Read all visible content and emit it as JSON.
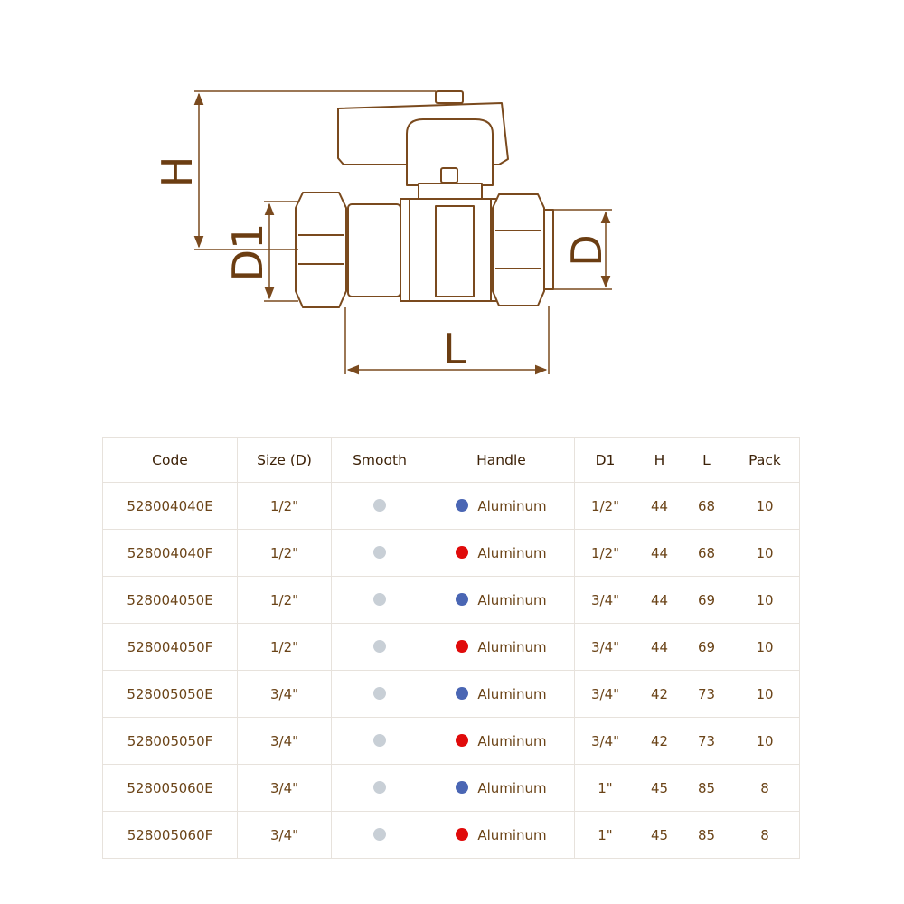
{
  "drawing": {
    "labels": {
      "h": "H",
      "d1": "D1",
      "d": "D",
      "l": "L"
    },
    "colors": {
      "outline": "#7a4a1e",
      "dimension": "#7a4a1e"
    }
  },
  "table": {
    "headers": [
      "Code",
      "Size (D)",
      "Smooth",
      "Handle",
      "D1",
      "H",
      "L",
      "Pack"
    ],
    "colors": {
      "blue": "#4a66b4",
      "red": "#e00b0b",
      "smooth": "#c8cfd6"
    },
    "rows": [
      {
        "code": "528004040E",
        "size": "1/2\"",
        "handle_color": "blue",
        "handle": "Aluminum",
        "d1": "1/2\"",
        "h": "44",
        "l": "68",
        "pack": "10"
      },
      {
        "code": "528004040F",
        "size": "1/2\"",
        "handle_color": "red",
        "handle": "Aluminum",
        "d1": "1/2\"",
        "h": "44",
        "l": "68",
        "pack": "10"
      },
      {
        "code": "528004050E",
        "size": "1/2\"",
        "handle_color": "blue",
        "handle": "Aluminum",
        "d1": "3/4\"",
        "h": "44",
        "l": "69",
        "pack": "10"
      },
      {
        "code": "528004050F",
        "size": "1/2\"",
        "handle_color": "red",
        "handle": "Aluminum",
        "d1": "3/4\"",
        "h": "44",
        "l": "69",
        "pack": "10"
      },
      {
        "code": "528005050E",
        "size": "3/4\"",
        "handle_color": "blue",
        "handle": "Aluminum",
        "d1": "3/4\"",
        "h": "42",
        "l": "73",
        "pack": "10"
      },
      {
        "code": "528005050F",
        "size": "3/4\"",
        "handle_color": "red",
        "handle": "Aluminum",
        "d1": "3/4\"",
        "h": "42",
        "l": "73",
        "pack": "10"
      },
      {
        "code": "528005060E",
        "size": "3/4\"",
        "handle_color": "blue",
        "handle": "Aluminum",
        "d1": "1\"",
        "h": "45",
        "l": "85",
        "pack": "8"
      },
      {
        "code": "528005060F",
        "size": "3/4\"",
        "handle_color": "red",
        "handle": "Aluminum",
        "d1": "1\"",
        "h": "45",
        "l": "85",
        "pack": "8"
      }
    ]
  }
}
